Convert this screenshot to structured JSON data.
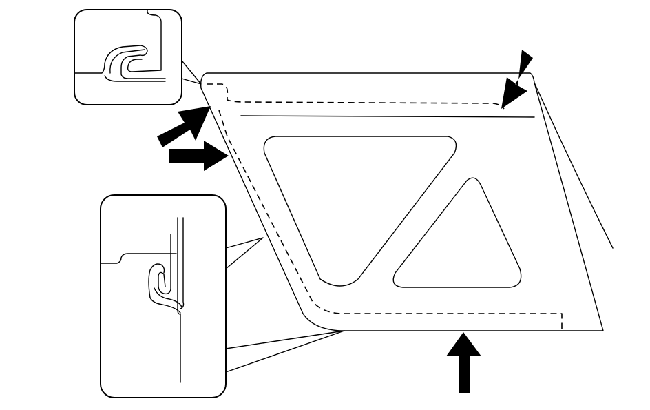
{
  "diagram": {
    "description_visible_text": [],
    "colors": {
      "line": "#000000",
      "background": "#ffffff",
      "arrow_fill": "#000000"
    },
    "arrows": [
      {
        "name": "arrow-top-right",
        "direction": "down-left"
      },
      {
        "name": "arrow-left-upper",
        "direction": "up-right"
      },
      {
        "name": "arrow-left-lower",
        "direction": "right"
      },
      {
        "name": "arrow-bottom",
        "direction": "up"
      }
    ],
    "callouts": [
      {
        "name": "detail-callout-top"
      },
      {
        "name": "detail-callout-bottom"
      }
    ]
  }
}
